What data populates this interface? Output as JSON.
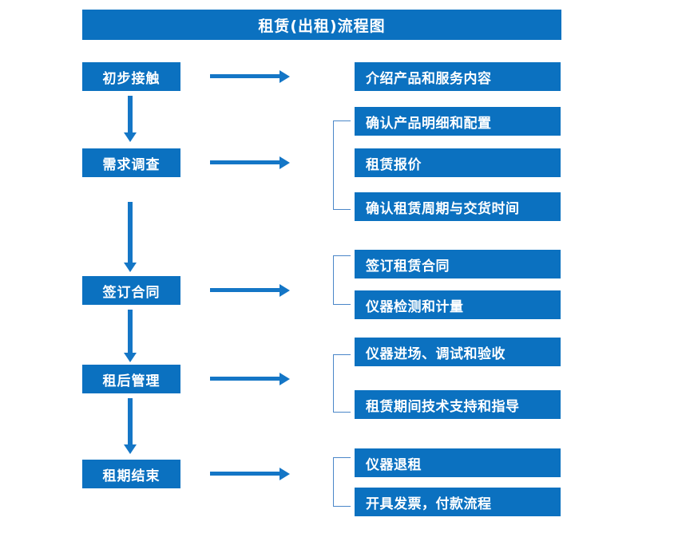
{
  "diagram": {
    "title": "租赁(出租)流程图",
    "theme": {
      "box_fill": "#0B71C0",
      "box_text": "#FFFFFF",
      "arrow": "#1476C6",
      "bracket": "#4A86C8",
      "background": "#FFFFFF"
    },
    "stages": [
      {
        "id": "stage-1",
        "label": "初步接触",
        "details": [
          {
            "label": "介绍产品和服务内容"
          }
        ]
      },
      {
        "id": "stage-2",
        "label": "需求调查",
        "details": [
          {
            "label": "确认产品明细和配置"
          },
          {
            "label": "租赁报价"
          },
          {
            "label": "确认租赁周期与交货时间"
          }
        ]
      },
      {
        "id": "stage-3",
        "label": "签订合同",
        "details": [
          {
            "label": "签订租赁合同"
          },
          {
            "label": "仪器检测和计量"
          }
        ]
      },
      {
        "id": "stage-4",
        "label": "租后管理",
        "details": [
          {
            "label": "仪器进场、调试和验收"
          },
          {
            "label": "租赁期间技术支持和指导"
          }
        ]
      },
      {
        "id": "stage-5",
        "label": "租期结束",
        "details": [
          {
            "label": "仪器退租"
          },
          {
            "label": "开具发票，付款流程"
          }
        ]
      }
    ]
  }
}
